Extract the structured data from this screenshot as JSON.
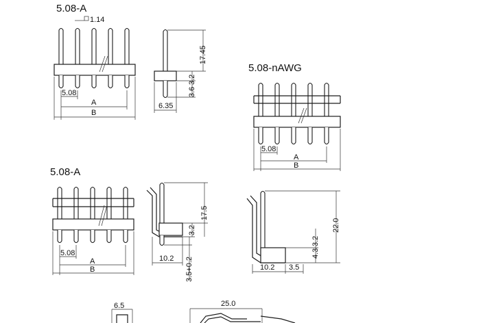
{
  "titles": {
    "top_left": "5.08-A",
    "right": "5.08-nAWG",
    "mid_left": "5.08-A"
  },
  "dims": {
    "pin_width": "1.14",
    "pitch": "5.08",
    "a": "A",
    "b": "B",
    "height_17_45": "17.45",
    "side_3_6": "3.6",
    "side_3_2": "3.2",
    "side_6_35": "6.35",
    "ra_17_5": "17.5",
    "ra_3_2": "3.2",
    "ra_10_2": "10.2",
    "ra_3_5": "3.5+0.2",
    "nawg_22_0": "22.0",
    "nawg_3_2": "3.2",
    "nawg_4_3": "4.3",
    "nawg_10_2": "10.2",
    "nawg_3_5": "3.5",
    "bottom_6_5": "6.5",
    "bottom_25_0": "25.0"
  }
}
